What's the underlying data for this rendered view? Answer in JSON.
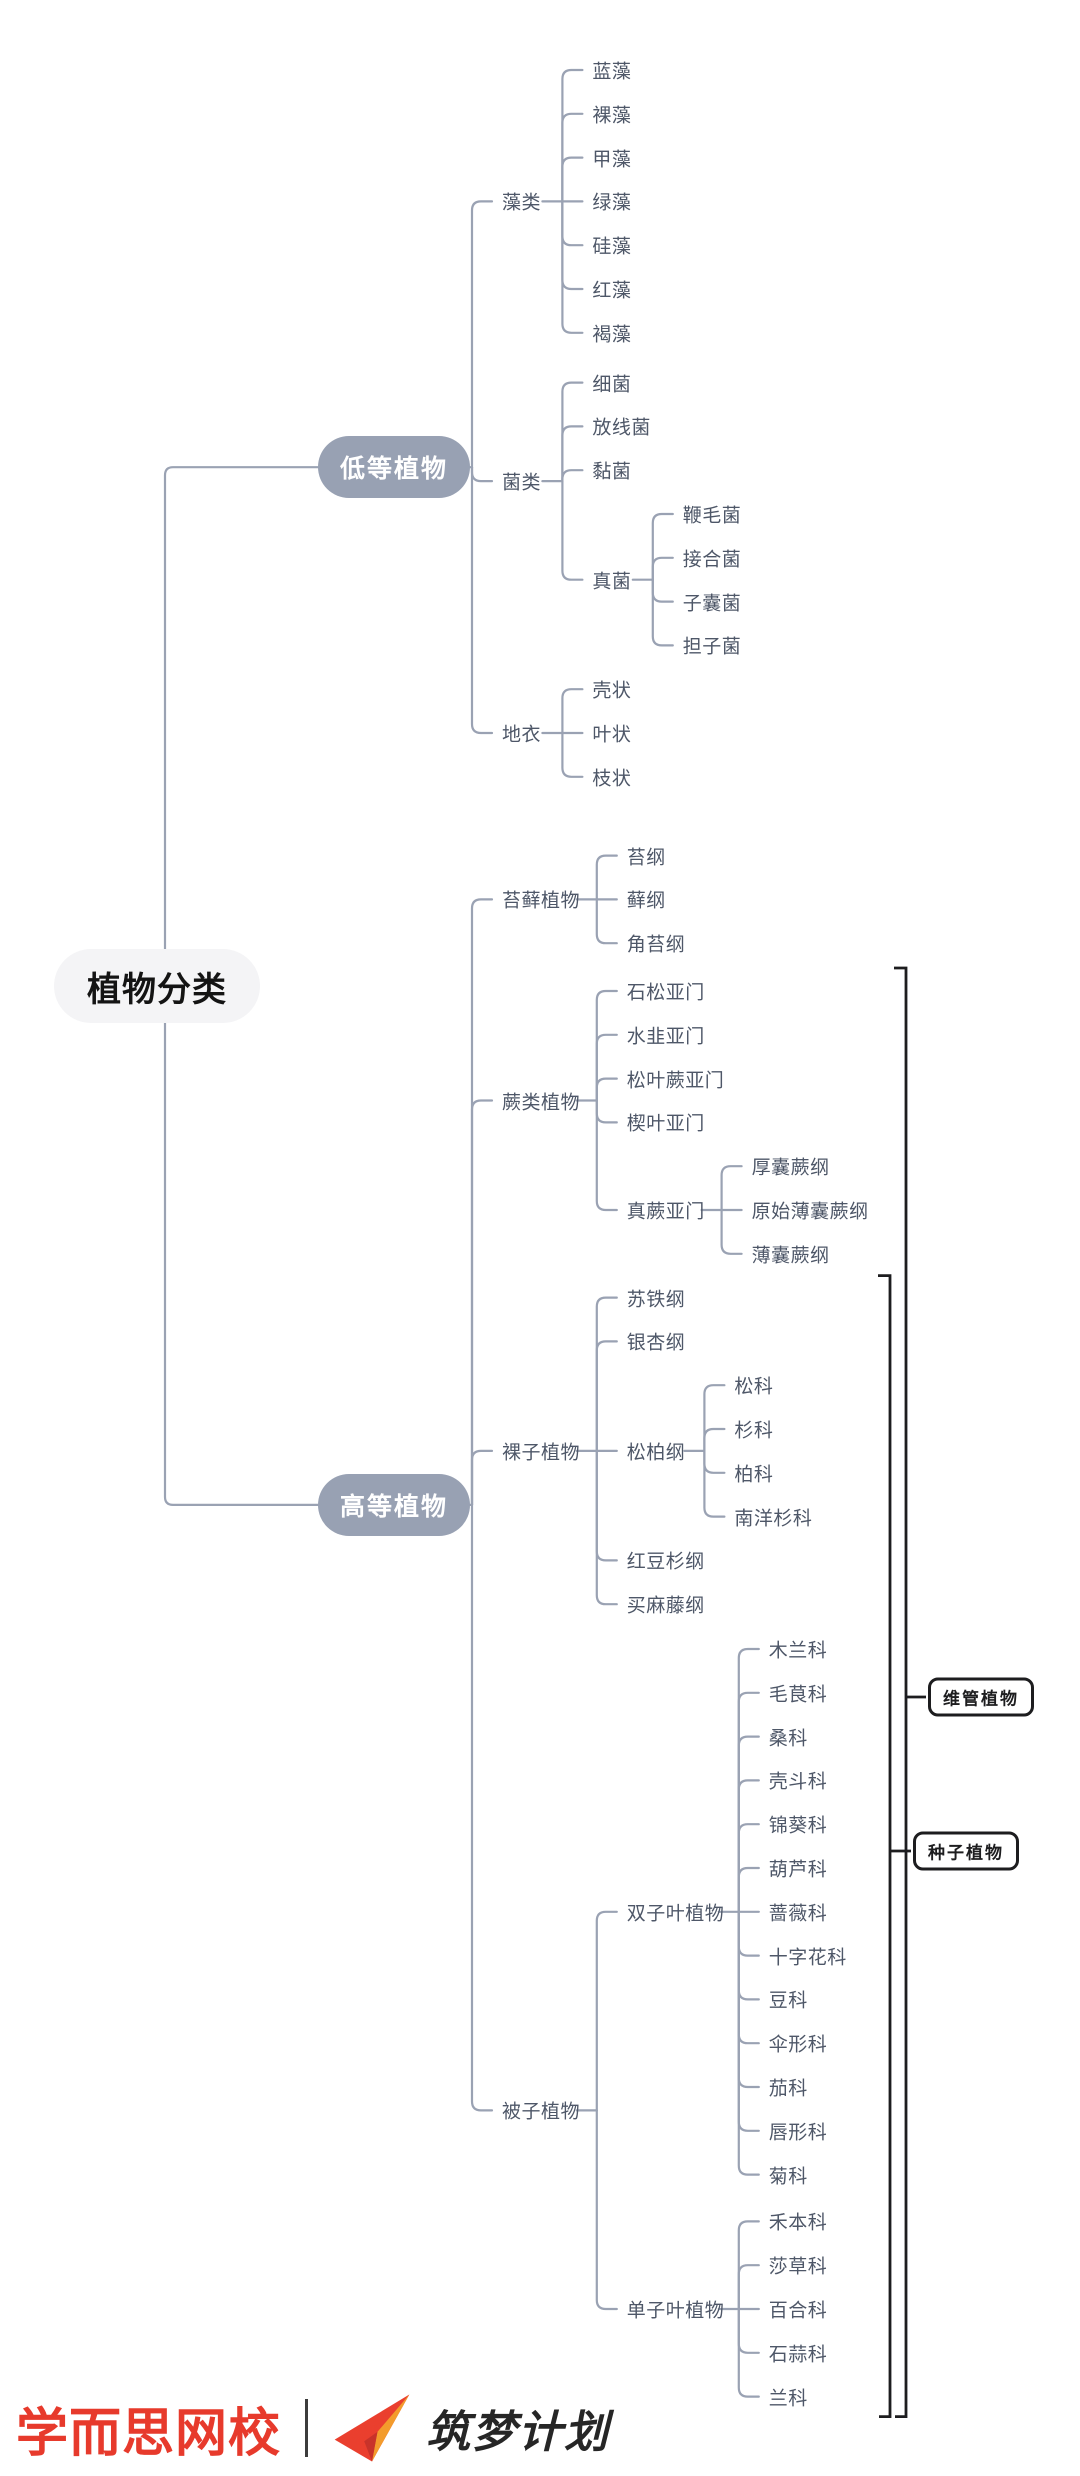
{
  "tree": {
    "label": "植物分类",
    "children": [
      {
        "label": "低等植物",
        "children": [
          {
            "label": "藻类",
            "children": [
              {
                "label": "蓝藻"
              },
              {
                "label": "裸藻"
              },
              {
                "label": "甲藻"
              },
              {
                "label": "绿藻"
              },
              {
                "label": "硅藻"
              },
              {
                "label": "红藻"
              },
              {
                "label": "褐藻"
              }
            ]
          },
          {
            "label": "菌类",
            "children": [
              {
                "label": "细菌"
              },
              {
                "label": "放线菌"
              },
              {
                "label": "黏菌"
              },
              {
                "label": "真菌",
                "children": [
                  {
                    "label": "鞭毛菌"
                  },
                  {
                    "label": "接合菌"
                  },
                  {
                    "label": "子囊菌"
                  },
                  {
                    "label": "担子菌"
                  }
                ]
              }
            ]
          },
          {
            "label": "地衣",
            "children": [
              {
                "label": "壳状"
              },
              {
                "label": "叶状"
              },
              {
                "label": "枝状"
              }
            ]
          }
        ]
      },
      {
        "label": "高等植物",
        "children": [
          {
            "label": "苔藓植物",
            "children": [
              {
                "label": "苔纲"
              },
              {
                "label": "藓纲"
              },
              {
                "label": "角苔纲"
              }
            ]
          },
          {
            "label": "蕨类植物",
            "children": [
              {
                "label": "石松亚门"
              },
              {
                "label": "水韭亚门"
              },
              {
                "label": "松叶蕨亚门"
              },
              {
                "label": "楔叶亚门"
              },
              {
                "label": "真蕨亚门",
                "children": [
                  {
                    "label": "厚囊蕨纲"
                  },
                  {
                    "label": "原始薄囊蕨纲"
                  },
                  {
                    "label": "薄囊蕨纲"
                  }
                ]
              }
            ]
          },
          {
            "label": "裸子植物",
            "children": [
              {
                "label": "苏铁纲"
              },
              {
                "label": "银杏纲"
              },
              {
                "label": "松柏纲",
                "children": [
                  {
                    "label": "松科"
                  },
                  {
                    "label": "杉科"
                  },
                  {
                    "label": "柏科"
                  },
                  {
                    "label": "南洋杉科"
                  }
                ]
              },
              {
                "label": "红豆杉纲"
              },
              {
                "label": "买麻藤纲"
              }
            ]
          },
          {
            "label": "被子植物",
            "children": [
              {
                "label": "双子叶植物",
                "children": [
                  {
                    "label": "木兰科"
                  },
                  {
                    "label": "毛茛科"
                  },
                  {
                    "label": "桑科"
                  },
                  {
                    "label": "壳斗科"
                  },
                  {
                    "label": "锦葵科"
                  },
                  {
                    "label": "葫芦科"
                  },
                  {
                    "label": "蔷薇科"
                  },
                  {
                    "label": "十字花科"
                  },
                  {
                    "label": "豆科"
                  },
                  {
                    "label": "伞形科"
                  },
                  {
                    "label": "茄科"
                  },
                  {
                    "label": "唇形科"
                  },
                  {
                    "label": "菊科"
                  }
                ]
              },
              {
                "label": "单子叶植物",
                "children": [
                  {
                    "label": "禾本科"
                  },
                  {
                    "label": "莎草科"
                  },
                  {
                    "label": "百合科"
                  },
                  {
                    "label": "石蒜科"
                  },
                  {
                    "label": "兰科"
                  }
                ]
              }
            ]
          }
        ]
      }
    ]
  },
  "annotations": [
    {
      "label": "维管植物"
    },
    {
      "label": "种子植物"
    }
  ],
  "footer": {
    "brand": "学而思网校",
    "campaign": "筑梦计划",
    "plane_icon": "paper-plane-icon"
  },
  "colors": {
    "line": "#9aa2b3",
    "node_fill": "#98a1b3",
    "node_text": "#ffffff",
    "root_fill": "#f4f4f6",
    "leaf_text": "#4e5768",
    "bracket": "#1d1d1f",
    "brand_red": "#e73a2c",
    "campaign_dark": "#262626",
    "plane_red": "#ea3f2e",
    "plane_orange": "#f39c2c"
  }
}
